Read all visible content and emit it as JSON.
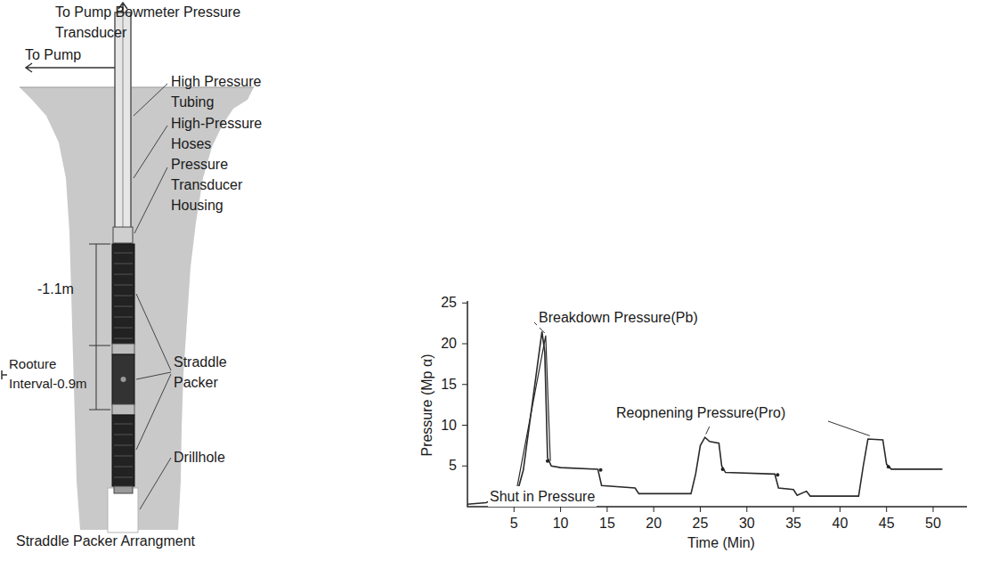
{
  "diagram": {
    "labels": [
      "To Pump Bowmeter Pressure Transducer",
      "To Pump",
      "High Pressure Tubing",
      "High-Pressure Hoses",
      "Pressure Transducer Housing",
      "-1.1m",
      "Rooture Interval-0.9m",
      "Straddle Packer",
      "Drillhole",
      "Straddle Packer Arrangment",
      "25",
      "20",
      "15",
      "10",
      "5",
      "5",
      "10",
      "15",
      "20",
      "25",
      "30",
      "35",
      "40",
      "45",
      "50",
      "Pressure (Mp α)",
      "Time (Min)",
      "Breakdown Pressure(Pb)",
      "Reopnening Pressure(Pro)",
      "Shut in Pressure"
    ]
  }
}
